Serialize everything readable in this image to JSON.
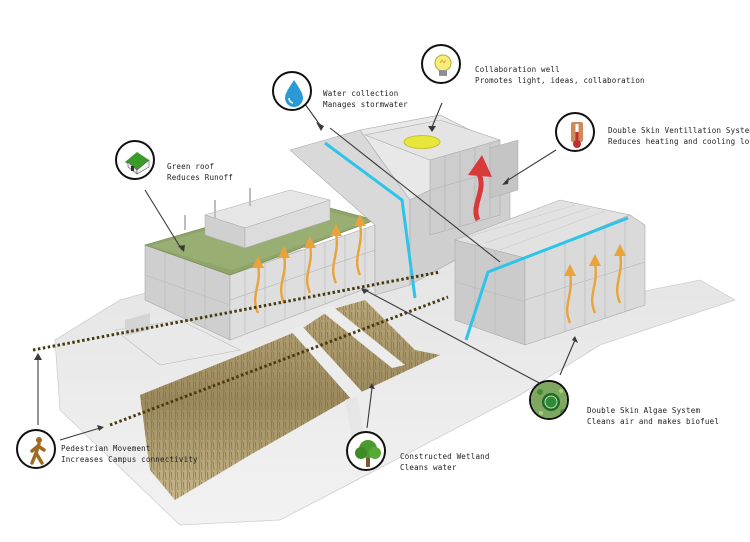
{
  "callouts": {
    "water": {
      "title": "Water collection",
      "subtitle": "Manages stormwater",
      "icon": "water-drop-icon"
    },
    "collaboration": {
      "title": "Collaboration well",
      "subtitle": "Promotes light, ideas, collaboration",
      "icon": "light-bulb-icon"
    },
    "ventilation": {
      "title": "Double Skin Ventillation System",
      "subtitle": "Reduces heating and cooling load",
      "icon": "thermometer-icon"
    },
    "green_roof": {
      "title": "Green roof",
      "subtitle": "Reduces Runoff",
      "icon": "green-roof-house-icon"
    },
    "algae": {
      "title": "Double Skin Algae System",
      "subtitle": "Cleans air and makes biofuel",
      "icon": "algae-icon"
    },
    "wetland": {
      "title": "Constructed Wetland",
      "subtitle": "Cleans water",
      "icon": "tree-icon"
    },
    "pedestrian": {
      "title": "Pedestrian Movement",
      "subtitle": "Increases Campus connectivity",
      "icon": "pedestrian-icon"
    }
  },
  "colors": {
    "water_line": "#2ec4ea",
    "airflow_arrow": "#e8a33a",
    "pedestrian_path": "#4a3a12",
    "heat_arrow": "#d83a3a",
    "green_roof": "#8fa56a",
    "building_gray": "#d7d7d7"
  }
}
